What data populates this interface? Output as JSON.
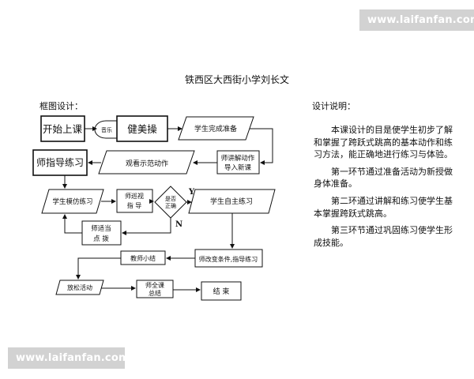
{
  "watermark": "www.laifanfan.com",
  "title": "铁西区大西街小学刘长文",
  "chart_label": "框图设计：",
  "desc_label": "设计说明：",
  "description": [
    "本课设计的目是使学生初步了解和掌握了跨跃式跳高的基本动作和练习方法，能正确地进行练习与体验。",
    "第一环节通过准备活动为新授做身体准备。",
    "第二环通过讲解和练习使学生基本掌握跨跃式跳高。",
    "第三环节通过巩固练习使学生形成技能。"
  ],
  "flow": {
    "start": "开始上课",
    "music": "音乐",
    "aerobics": "健美操",
    "warmup": "学生完成准备",
    "explain": [
      "师讲解动作",
      "导入新课"
    ],
    "observe": "观看示范动作",
    "guide": "师指导练习",
    "mimic": "学生模仿练习",
    "patrol": [
      "师巡视",
      "指 导"
    ],
    "decision": [
      "是否",
      "正确"
    ],
    "yes": "Y",
    "no": "N",
    "self_practice": "学生自主练习",
    "point": [
      "师适当",
      "点  拨"
    ],
    "change": "师改变条件,指导练习",
    "summary": "教师小结",
    "relax": "放松活动",
    "final": [
      "师全课",
      "总结"
    ],
    "end": "结  束"
  }
}
